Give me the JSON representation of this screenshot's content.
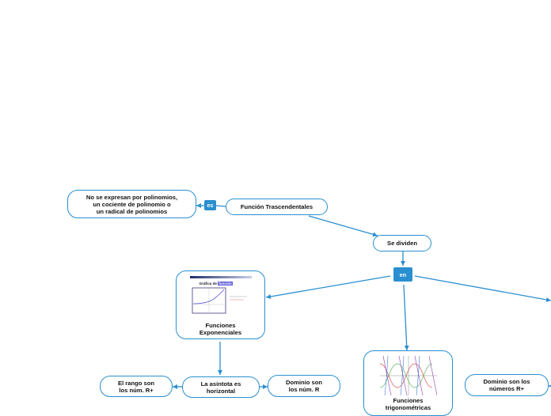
{
  "nodes": {
    "main": "Función Trascendentales",
    "definition": "No se expresan por polinomios,\nun cociente de polinomio o\nun radical de polinomios",
    "divide": "Se dividen",
    "exponential": "Funciones\nExponenciales",
    "trig": "Funciones\ntrigonométricas",
    "asymptote": "La asíntota es\nhorizontal",
    "range": "El rango son\nlos núm. R+",
    "domain_exp": "Dominio son\nlos núm. R",
    "domain_right": "Dominio son los\nnúmeros R+"
  },
  "connectors": {
    "es": "es",
    "en": "en"
  },
  "thumbnail": {
    "title": "Gráfica de",
    "highlight": "función"
  },
  "colors": {
    "accent": "#2a8fd0",
    "border": "#2a8fd0"
  }
}
